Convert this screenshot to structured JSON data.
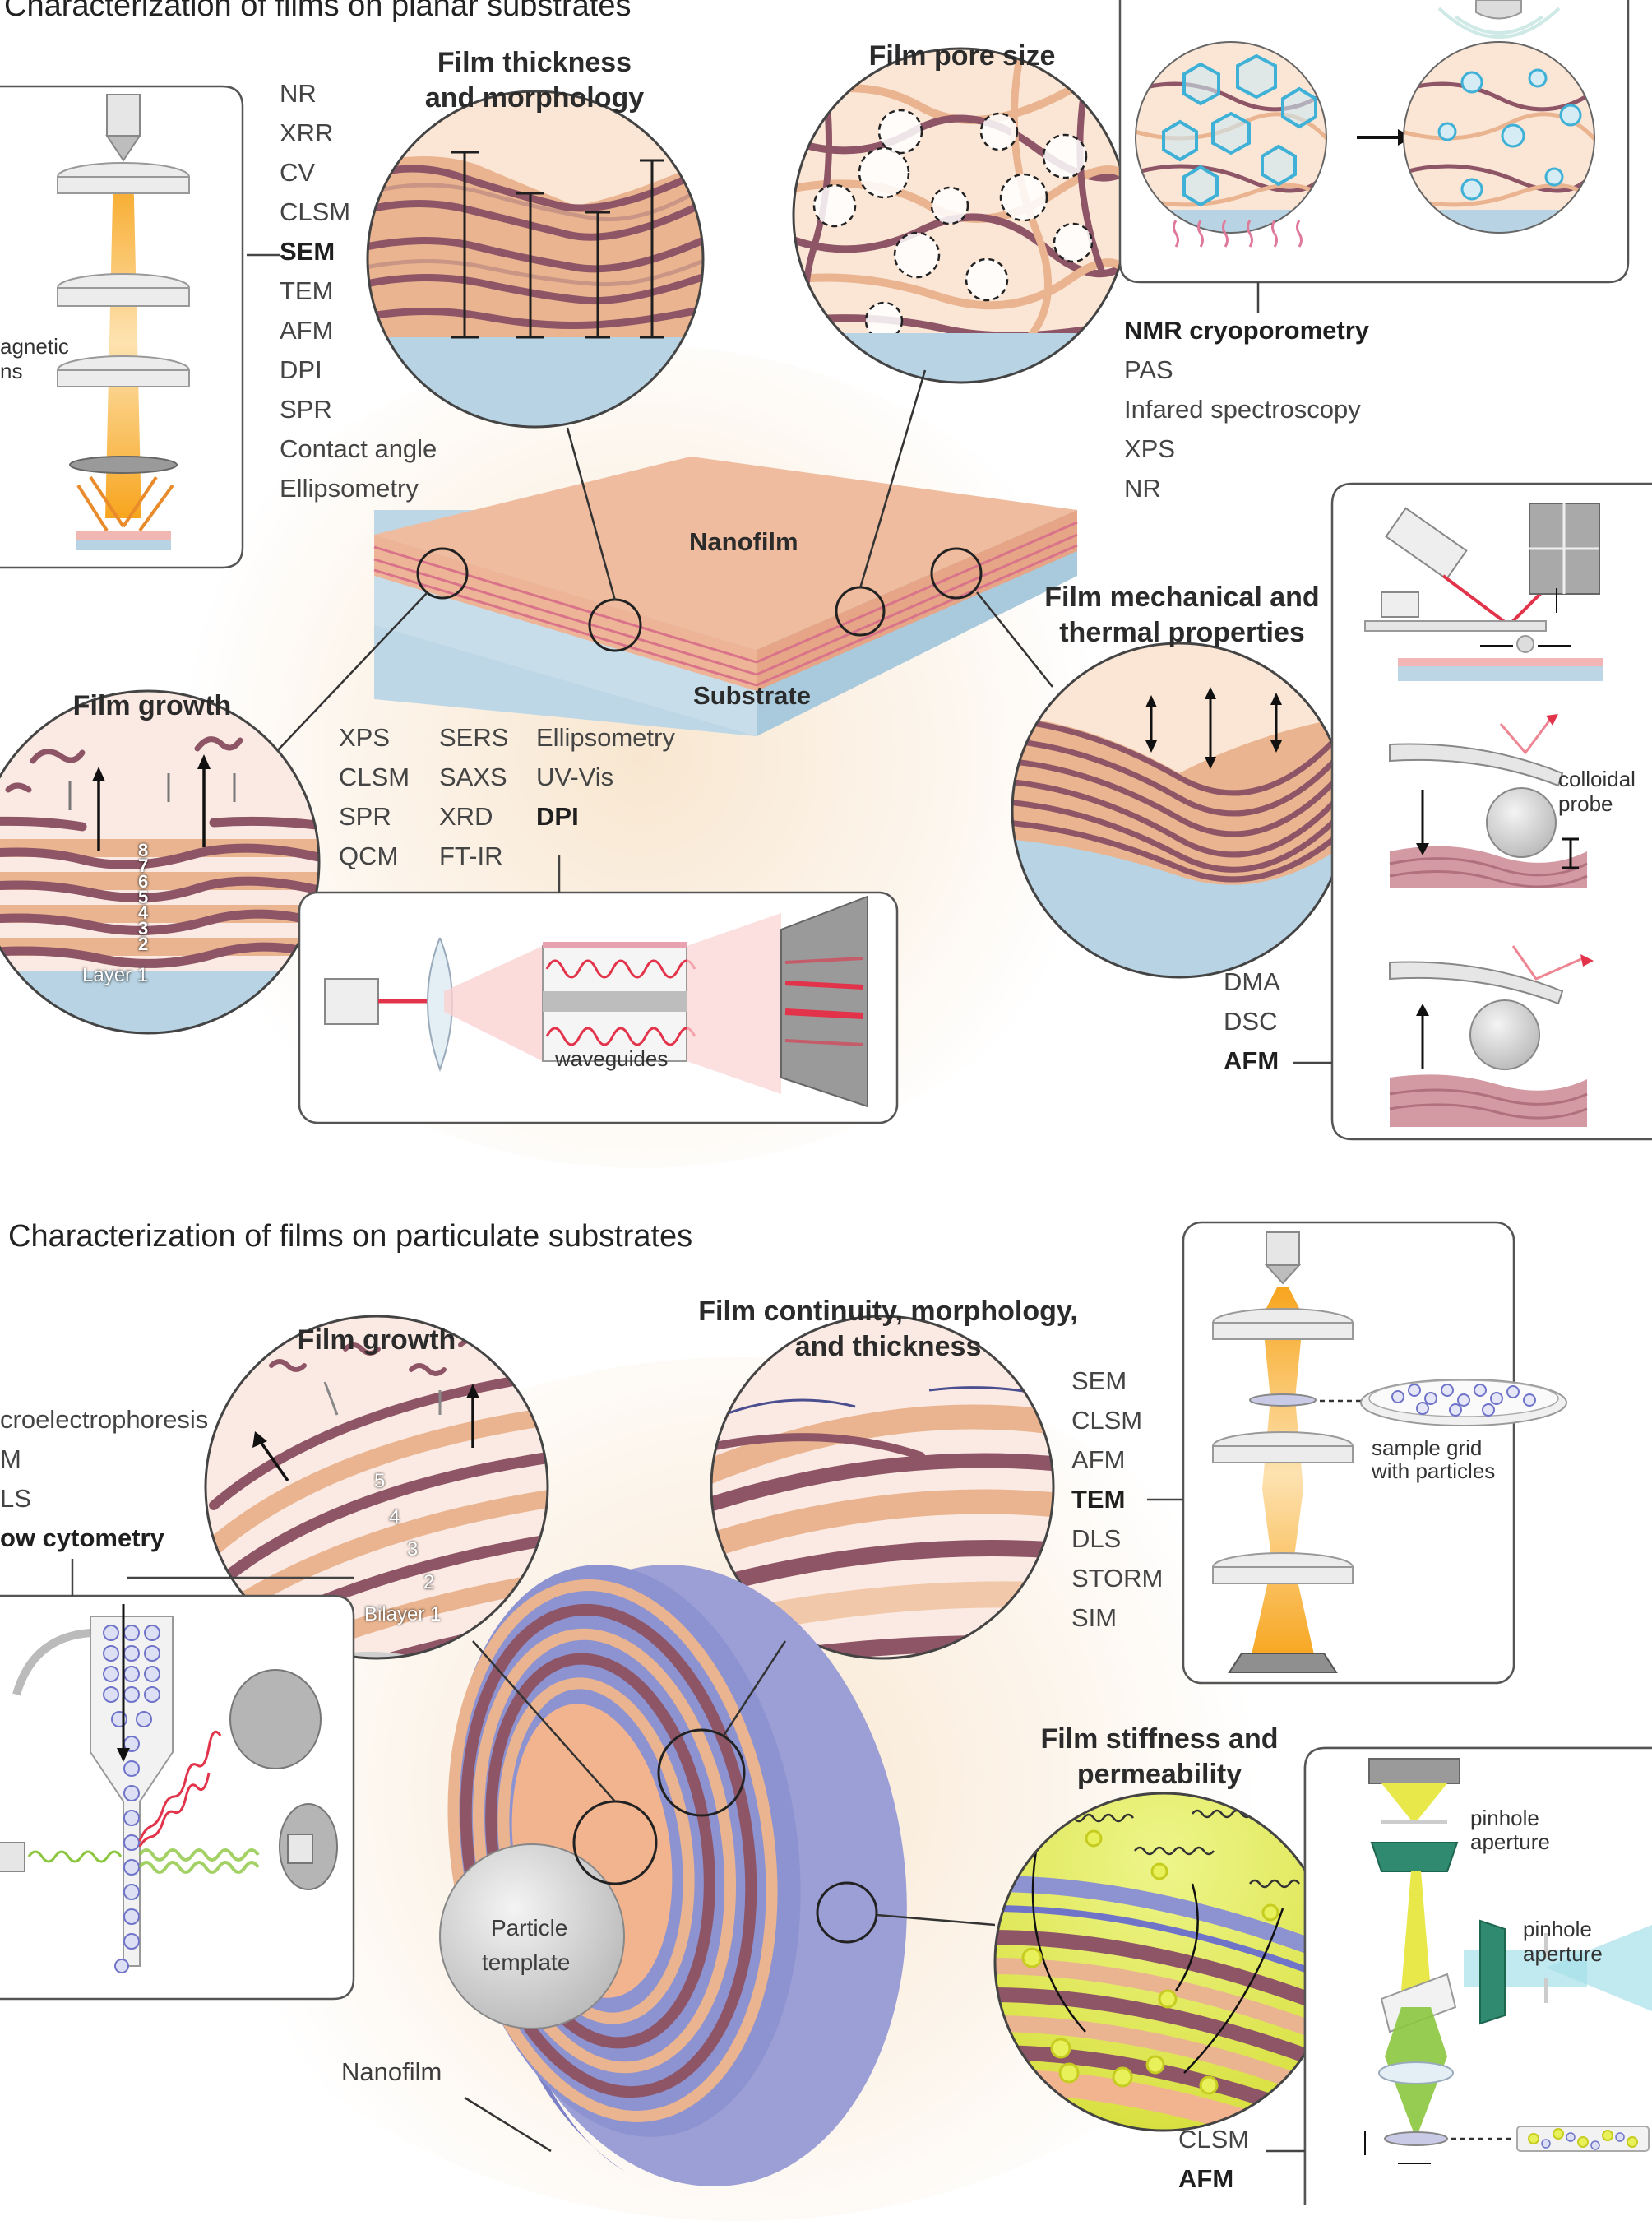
{
  "sections": {
    "planar_title": "Characterization of films on planar substrates",
    "particulate_title": "Characterization of films on particulate substrates"
  },
  "planar": {
    "thickness_title_1": "Film thickness",
    "thickness_title_2": "and morphology",
    "pore_title": "Film pore size",
    "growth_title": "Film growth",
    "mech_title_1": "Film mechanical and",
    "mech_title_2": "thermal properties",
    "nanofilm_label": "Nanofilm",
    "substrate_label": "Substrate",
    "em_label_1": "agnetic",
    "em_label_2": "ns",
    "waveguides_label": "waveguides",
    "colloidal_label_1": "colloidal",
    "colloidal_label_2": "probe",
    "thickness_methods": [
      "NR",
      "XRR",
      "CV",
      "CLSM",
      "SEM",
      "TEM",
      "AFM",
      "DPI",
      "SPR",
      "Contact angle",
      "Ellipsometry"
    ],
    "pore_methods": [
      "NMR cryoporometry",
      "PAS",
      "Infared spectroscopy",
      "XPS",
      "NR"
    ],
    "growth_methods_col1": [
      "XPS",
      "CLSM",
      "SPR",
      "QCM"
    ],
    "growth_methods_col2": [
      "SERS",
      "SAXS",
      "XRD",
      "FT-IR"
    ],
    "growth_methods_col3": [
      "Ellipsometry",
      "UV-Vis",
      "DPI"
    ],
    "mech_methods": [
      "DMA",
      "DSC",
      "AFM"
    ],
    "layer_numbers": [
      "8",
      "7",
      "6",
      "5",
      "4",
      "3",
      "2"
    ],
    "layer_1_label": "Layer 1"
  },
  "particulate": {
    "growth_title": "Film growth",
    "continuity_title_1": "Film continuity, morphology,",
    "continuity_title_2": "and thickness",
    "stiffness_title_1": "Film stiffness and",
    "stiffness_title_2": "permeability",
    "growth_methods": [
      "croelectrophoresis",
      "M",
      "LS",
      "ow cytometry"
    ],
    "continuity_methods": [
      "SEM",
      "CLSM",
      "AFM",
      "TEM",
      "DLS",
      "STORM",
      "SIM"
    ],
    "stiffness_methods": [
      "CLSM",
      "AFM"
    ],
    "bilayer_numbers": [
      "5",
      "4",
      "3",
      "2"
    ],
    "bilayer_1_label": "Bilayer 1",
    "sample_grid_1": "sample grid",
    "sample_grid_2": "with particles",
    "pinhole_a_1": "pinhole",
    "pinhole_a_2": "aperture",
    "pinhole_b_1": "pinhole",
    "pinhole_b_2": "aperture",
    "particle_template_1": "Particle",
    "particle_template_2": "template",
    "nanofilm_label": "Nanofilm"
  },
  "colors": {
    "film_tan": "#e9b48f",
    "film_mauve": "#8e5566",
    "substrate_blue": "#b8d3e3",
    "beam_orange": "#f5a623",
    "laser_red": "#e2334a",
    "sphere_purple": "#9b9fd6",
    "confocal_yellow": "#e8e84a",
    "confocal_green": "#8cc63f",
    "pore_cyan": "#3fb0d6"
  }
}
